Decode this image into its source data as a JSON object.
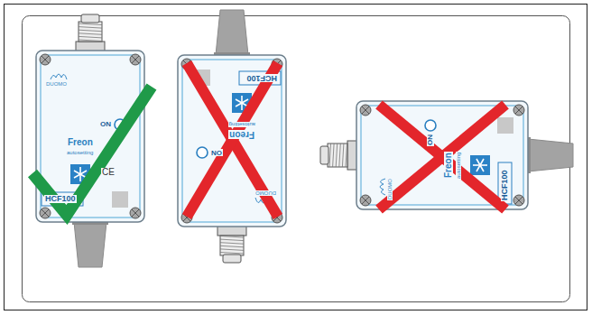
{
  "diagram": {
    "labels": [
      "DUOMO",
      "ON",
      "Freon",
      "autosetting",
      "CE",
      "HCF100",
      "HCF100",
      "Freon",
      "autosetting",
      "ON",
      "DUOMO",
      "DUOMO",
      "ON",
      "Freon",
      "autosetting",
      "HCF100"
    ]
  }
}
